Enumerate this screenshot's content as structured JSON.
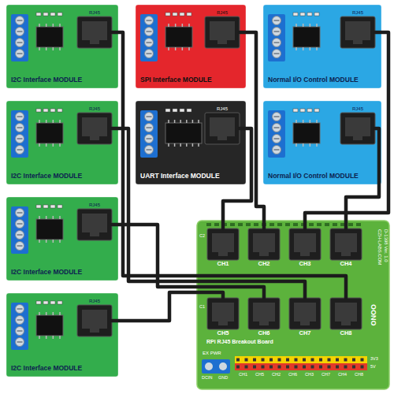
{
  "diagram": {
    "nodes": [
      {
        "text": [
          "I2C Interface MODULE"
        ]
      },
      {
        "text": [
          "RJ45"
        ],
        "in": 0
      },
      {
        "text": [
          "SPI Interface MODULE"
        ]
      },
      {
        "text": [
          "RJ45"
        ],
        "in": 2
      },
      {
        "text": [
          "Normal I/O Control MODULE"
        ]
      },
      {
        "text": [
          "RJ45"
        ],
        "in": 4
      },
      {
        "text": [
          "I2C Interface MODULE"
        ]
      },
      {
        "text": [
          "RJ45"
        ],
        "in": 6
      },
      {
        "text": [
          "UART Interface MODULE"
        ]
      },
      {
        "text": [
          "RJ45"
        ],
        "in": 8
      },
      {
        "text": [
          "Normal I/O Control MODULE"
        ]
      },
      {
        "text": [
          "RJ45"
        ],
        "in": 10
      },
      {
        "text": [
          "I2C Interface MODULE"
        ]
      },
      {
        "text": [
          "RJ45"
        ],
        "in": 12
      },
      {
        "text": [
          "I2C Interface MODULE"
        ]
      },
      {
        "text": [
          "RJ45"
        ],
        "in": 14
      },
      {
        "text": [
          "RPi RJ45 Breakout Board"
        ]
      },
      {
        "text": [
          "CH1"
        ],
        "in": 16
      },
      {
        "text": [
          "CH2"
        ],
        "in": 16
      },
      {
        "text": [
          "CH3"
        ],
        "in": 16
      },
      {
        "text": [
          "CH4"
        ],
        "in": 16
      },
      {
        "text": [
          "CH5"
        ],
        "in": 16
      },
      {
        "text": [
          "CH6"
        ],
        "in": 16
      },
      {
        "text": [
          "CH7"
        ],
        "in": 16
      },
      {
        "text": [
          "CH8"
        ],
        "in": 16
      }
    ],
    "edges": [
      {
        "from": 1,
        "to": 24,
        "arrow": "none"
      },
      {
        "from": 3,
        "to": 18,
        "arrow": "none"
      },
      {
        "from": 5,
        "to": 19,
        "arrow": "none"
      },
      {
        "from": 7,
        "to": 23,
        "arrow": "none"
      },
      {
        "from": 9,
        "to": 17,
        "arrow": "none"
      },
      {
        "from": 11,
        "to": 20,
        "arrow": "none"
      },
      {
        "from": 13,
        "to": 22,
        "arrow": "none"
      },
      {
        "from": 15,
        "to": 21,
        "arrow": "none"
      }
    ],
    "labels": [
      "C2",
      "C1",
      "EX PWR",
      "DCIN",
      "GND",
      "CH1",
      "CH5",
      "CH2",
      "CH6",
      "CH3",
      "CH7",
      "CH4",
      "CH8",
      "3V3",
      "5V",
      "D-1398 Ver. 1.0",
      "CZH-LABS.COM",
      "OONO"
    ]
  }
}
